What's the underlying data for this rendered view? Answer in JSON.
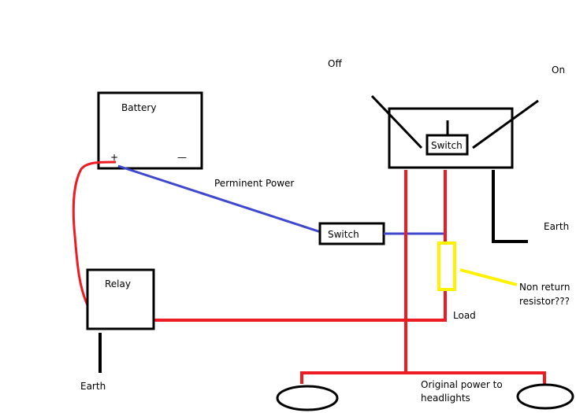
{
  "labels": {
    "off": "Off",
    "on": "On",
    "battery": "Battery",
    "battery_plus": "+",
    "battery_minus": "—",
    "perm_power": "Perminent Power",
    "switch_top": "Switch",
    "switch_mid": "Switch",
    "earth_right": "Earth",
    "relay": "Relay",
    "earth_left": "Earth",
    "load": "Load",
    "resistor_line1": "Non return",
    "resistor_line2": "resistor???",
    "headlights_line1": "Original power to",
    "headlights_line2": "headlights"
  },
  "colors": {
    "red_wire": "#ed1c24",
    "blue_wire": "#3f48cc",
    "yellow_resistor": "#fff200",
    "black": "#000000"
  }
}
